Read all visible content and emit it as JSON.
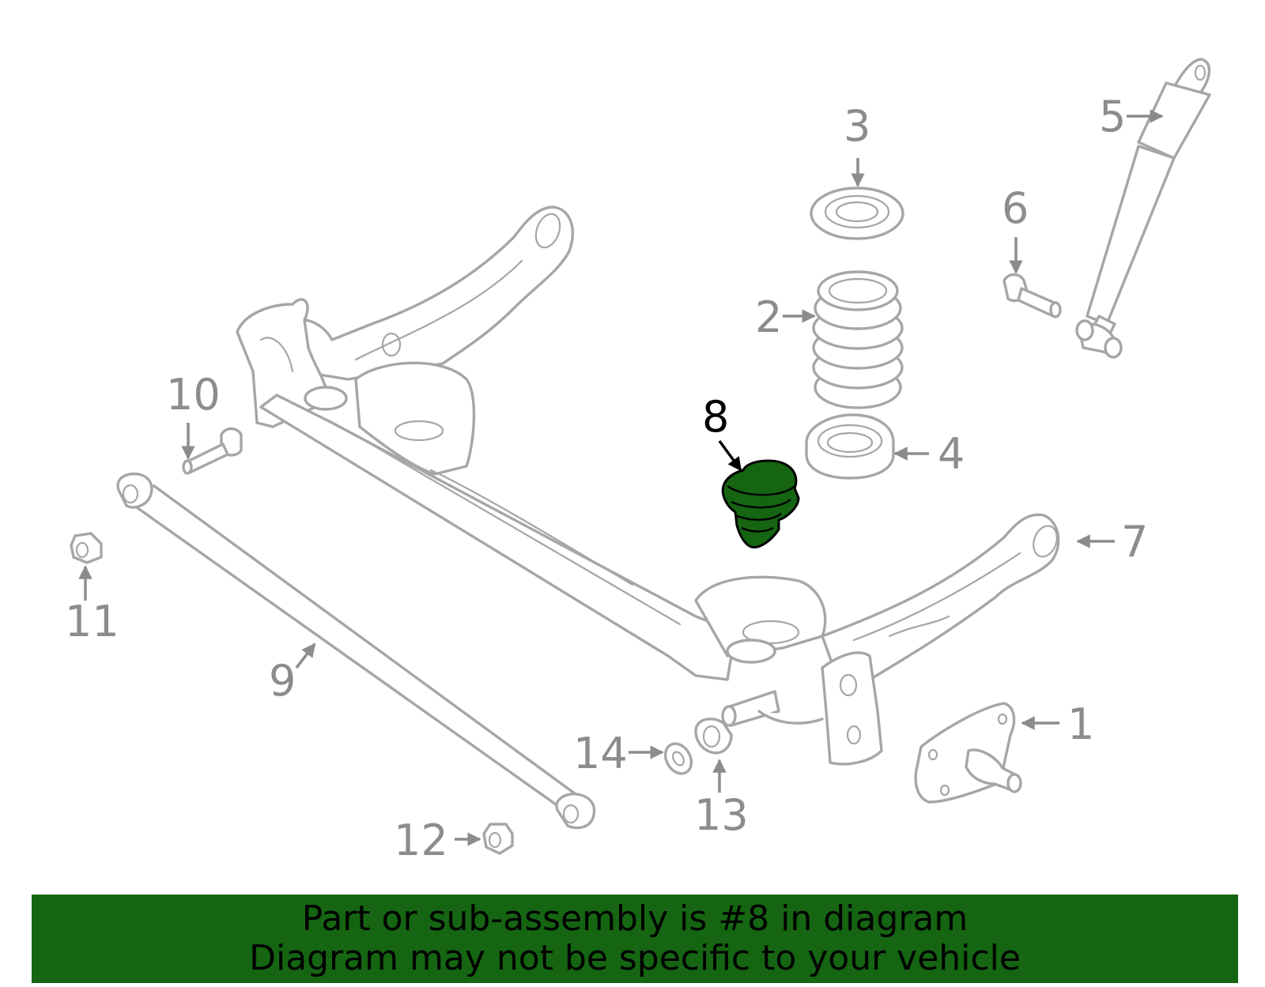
{
  "diagram": {
    "highlighted_part": "8",
    "callouts": [
      "1",
      "2",
      "3",
      "4",
      "5",
      "6",
      "7",
      "8",
      "9",
      "10",
      "11",
      "12",
      "13",
      "14"
    ],
    "colors": {
      "highlight_fill": "#156512",
      "part_stroke": "#a6a6a6",
      "callout_gray": "#8c8c8c",
      "banner_bg": "#156512"
    }
  },
  "banner": {
    "line1": "Part or sub-assembly is #8 in diagram",
    "line2": "Diagram may not be specific to your vehicle"
  }
}
